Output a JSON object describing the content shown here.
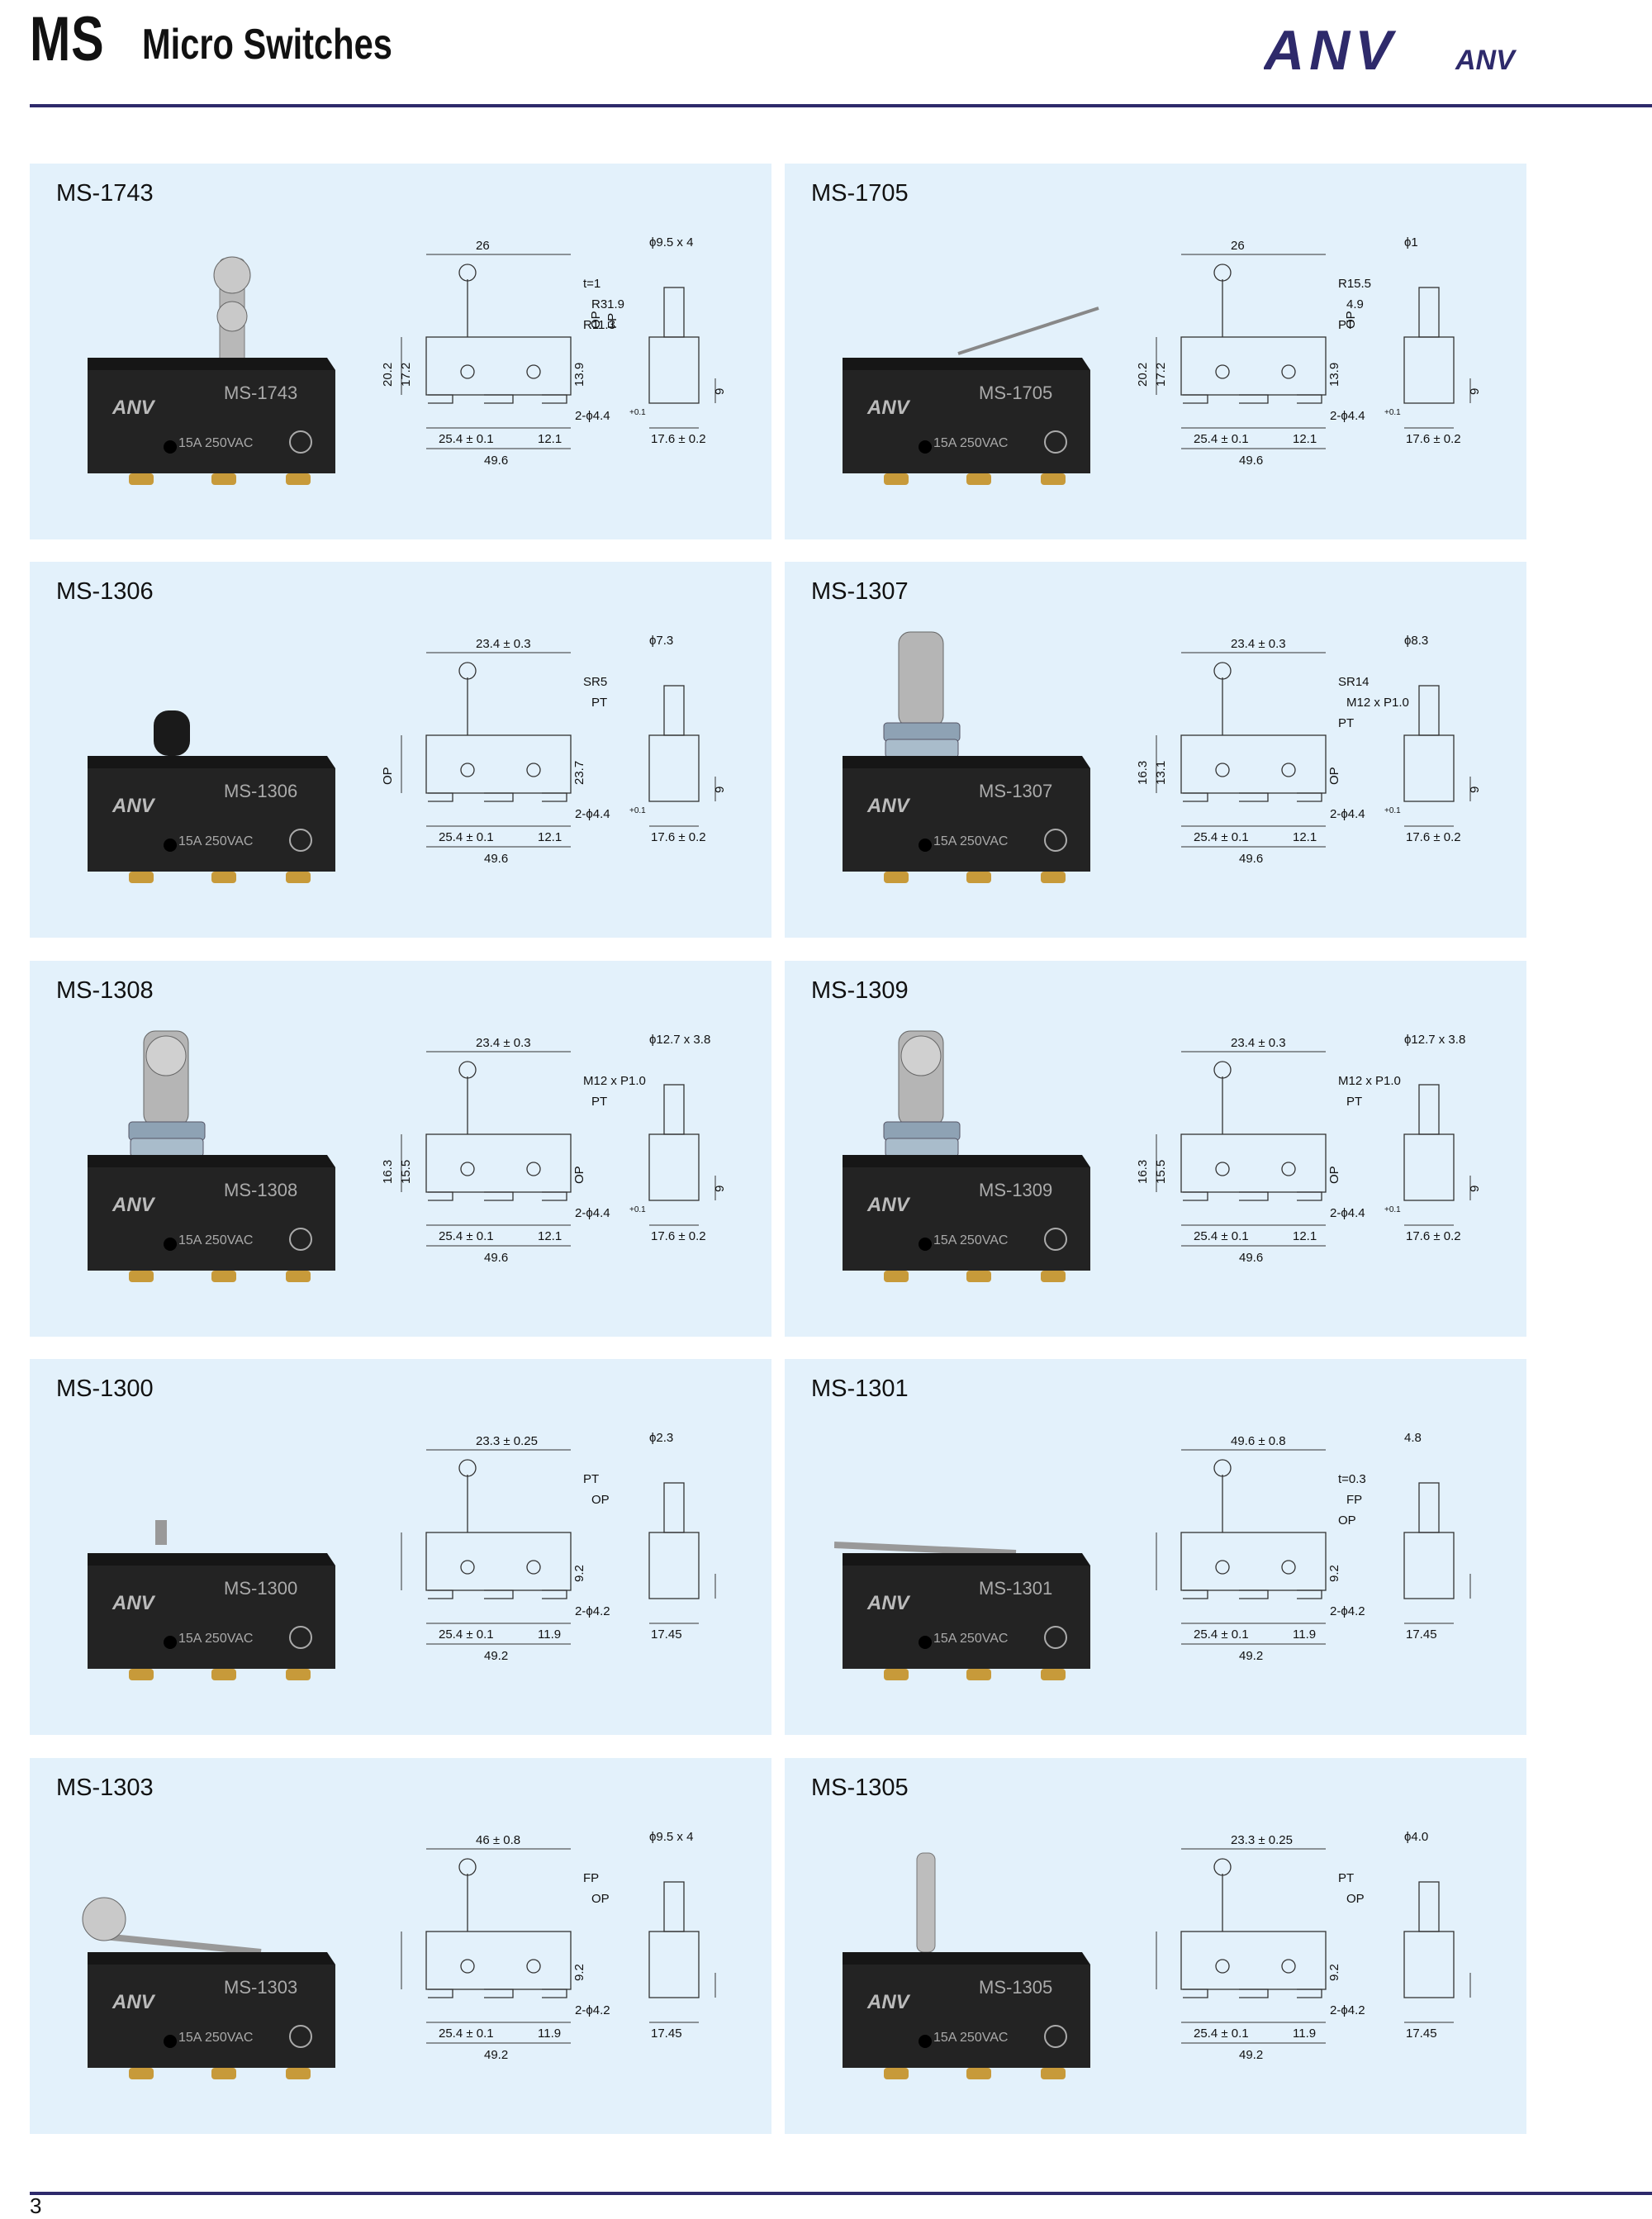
{
  "header": {
    "series": "MS",
    "title": "Micro Switches",
    "brand_primary": "ANV",
    "brand_secondary": "ANV",
    "brand_color": "#2e2a6b"
  },
  "page_number": "3",
  "panel_color": "#e3f1fb",
  "products": [
    {
      "model": "MS-1743",
      "actuator": "roller-lever",
      "case_label": "MS-1743",
      "rating": "15A 250VAC",
      "dims": {
        "top": "26",
        "sub": "ϕ9.5 x 4",
        "d1": "t=1",
        "d2": "R31.9",
        "d3": "R11.3",
        "h1": "20.2",
        "h2": "17.2",
        "h3": "13.9",
        "op": "OP",
        "fp": "FP",
        "hole": "2-ϕ4.4",
        "tol": "+0.1",
        "bw": "25.4 ± 0.1",
        "bs": "12.1",
        "total": "49.6",
        "sw": "17.6 ± 0.2",
        "sh": "9"
      }
    },
    {
      "model": "MS-1705",
      "actuator": "wire-lever",
      "case_label": "MS-1705",
      "rating": "15A 250VAC",
      "dims": {
        "top": "26",
        "sub": "ϕ1",
        "d1": "R15.5",
        "d2": "4.9",
        "d3": "PT",
        "h1": "20.2",
        "h2": "17.2",
        "h3": "13.9",
        "op": "OP",
        "fp": "",
        "hole": "2-ϕ4.4",
        "tol": "+0.1",
        "bw": "25.4 ± 0.1",
        "bs": "12.1",
        "total": "49.6",
        "sw": "17.6 ± 0.2",
        "sh": "9"
      }
    },
    {
      "model": "MS-1306",
      "actuator": "short-plunger",
      "case_label": "MS-1306",
      "rating": "15A 250VAC",
      "dims": {
        "top": "23.4 ± 0.3",
        "sub": "ϕ7.3",
        "d1": "SR5",
        "d2": "PT",
        "d3": "",
        "h1": "OP",
        "h2": "",
        "h3": "23.7",
        "op": "",
        "fp": "",
        "hole": "2-ϕ4.4",
        "tol": "+0.1",
        "bw": "25.4 ± 0.1",
        "bs": "12.1",
        "total": "49.6",
        "sw": "17.6 ± 0.2",
        "sh": "9"
      }
    },
    {
      "model": "MS-1307",
      "actuator": "panel-plunger",
      "case_label": "MS-1307",
      "rating": "15A 250VAC",
      "dims": {
        "top": "23.4 ± 0.3",
        "sub": "ϕ8.3",
        "d1": "SR14",
        "d2": "M12 x P1.0",
        "d3": "PT",
        "h1": "16.3",
        "h2": "13.1",
        "h3": "OP",
        "op": "",
        "fp": "",
        "hole": "2-ϕ4.4",
        "tol": "+0.1",
        "bw": "25.4 ± 0.1",
        "bs": "12.1",
        "total": "49.6",
        "sw": "17.6 ± 0.2",
        "sh": "9"
      }
    },
    {
      "model": "MS-1308",
      "actuator": "panel-roller-plunger",
      "case_label": "MS-1308",
      "rating": "15A 250VAC",
      "dims": {
        "top": "23.4 ± 0.3",
        "sub": "ϕ12.7 x 3.8",
        "d1": "M12 x P1.0",
        "d2": "PT",
        "d3": "",
        "h1": "16.3",
        "h2": "15.5",
        "h3": "OP",
        "op": "",
        "fp": "",
        "hole": "2-ϕ4.4",
        "tol": "+0.1",
        "bw": "25.4 ± 0.1",
        "bs": "12.1",
        "total": "49.6",
        "sw": "17.6 ± 0.2",
        "sh": "9"
      }
    },
    {
      "model": "MS-1309",
      "actuator": "panel-cross-roller",
      "case_label": "MS-1309",
      "rating": "15A 250VAC",
      "dims": {
        "top": "23.4 ± 0.3",
        "sub": "ϕ12.7 x 3.8",
        "d1": "M12 x P1.0",
        "d2": "PT",
        "d3": "",
        "h1": "16.3",
        "h2": "15.5",
        "h3": "OP",
        "op": "",
        "fp": "",
        "hole": "2-ϕ4.4",
        "tol": "+0.1",
        "bw": "25.4 ± 0.1",
        "bs": "12.1",
        "total": "49.6",
        "sw": "17.6 ± 0.2",
        "sh": "9"
      }
    },
    {
      "model": "MS-1300",
      "actuator": "pin-plunger",
      "case_label": "MS-1300",
      "rating": "15A 250VAC",
      "dims": {
        "top": "23.3 ± 0.25",
        "sub": "ϕ2.3",
        "d1": "PT",
        "d2": "OP",
        "d3": "",
        "h1": "",
        "h2": "",
        "h3": "9.2",
        "op": "",
        "fp": "",
        "hole": "2-ϕ4.2",
        "tol": "",
        "bw": "25.4 ± 0.1",
        "bs": "11.9",
        "total": "49.2",
        "sw": "17.45",
        "sh": ""
      }
    },
    {
      "model": "MS-1301",
      "actuator": "hinge-lever",
      "case_label": "MS-1301",
      "rating": "15A 250VAC",
      "dims": {
        "top": "49.6 ± 0.8",
        "sub": "4.8",
        "d1": "t=0.3",
        "d2": "FP",
        "d3": "OP",
        "h1": "",
        "h2": "",
        "h3": "9.2",
        "op": "",
        "fp": "",
        "hole": "2-ϕ4.2",
        "tol": "",
        "bw": "25.4 ± 0.1",
        "bs": "11.9",
        "total": "49.2",
        "sw": "17.45",
        "sh": ""
      }
    },
    {
      "model": "MS-1303",
      "actuator": "hinge-roller-lever",
      "case_label": "MS-1303",
      "rating": "15A 250VAC",
      "dims": {
        "top": "46 ± 0.8",
        "sub": "ϕ9.5 x 4",
        "d1": "FP",
        "d2": "OP",
        "d3": "",
        "h1": "",
        "h2": "",
        "h3": "9.2",
        "op": "",
        "fp": "",
        "hole": "2-ϕ4.2",
        "tol": "",
        "bw": "25.4 ± 0.1",
        "bs": "11.9",
        "total": "49.2",
        "sw": "17.45",
        "sh": ""
      }
    },
    {
      "model": "MS-1305",
      "actuator": "spring-plunger",
      "case_label": "MS-1305",
      "rating": "15A 250VAC",
      "dims": {
        "top": "23.3 ± 0.25",
        "sub": "ϕ4.0",
        "d1": "PT",
        "d2": "OP",
        "d3": "",
        "h1": "",
        "h2": "",
        "h3": "9.2",
        "op": "",
        "fp": "",
        "hole": "2-ϕ4.2",
        "tol": "",
        "bw": "25.4 ± 0.1",
        "bs": "11.9",
        "total": "49.2",
        "sw": "17.45",
        "sh": ""
      }
    }
  ]
}
